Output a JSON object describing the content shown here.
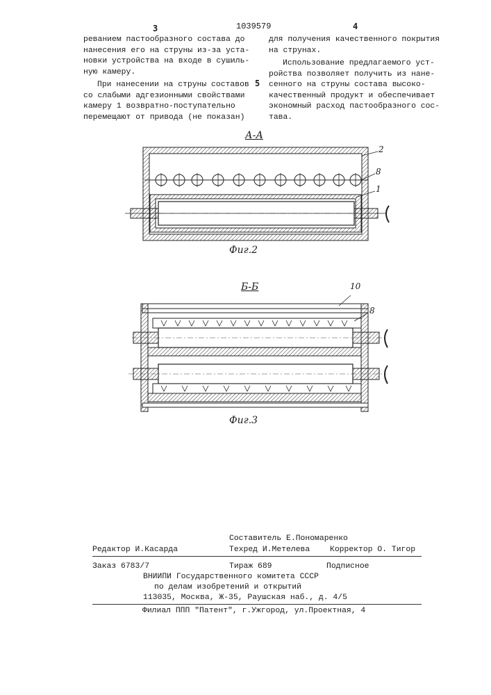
{
  "header": {
    "page_left": "3",
    "patent_number": "1039579",
    "page_right": "4"
  },
  "left_column": [
    "реванием пастообразного состава до",
    "нанесения его на струны из-за уста-",
    "новки устройства на входе в сушиль-",
    "ную камеру.",
    "При нанесении на струны составов",
    "со слабыми адгезионными свойствами",
    "камеру 1 возвратно-поступательно",
    "перемещают  от привода (не показан)"
  ],
  "line_number_marker": "5",
  "right_column": [
    "для получения качественного покрытия",
    "на струнах.",
    "Использование предлагаемого уст-",
    "ройства позволяет получить из нане-",
    "сенного на струны состава высоко-",
    "качественный продукт и обеспечивает",
    "экономный расход пастообразного сос-",
    "тава."
  ],
  "figure2": {
    "section_title": "А-А",
    "caption": "Фиг.2",
    "callouts": [
      "2",
      "8",
      "1"
    ]
  },
  "figure3": {
    "section_title": "Б-Б",
    "caption": "Фиг.3",
    "callouts": [
      "10",
      "8"
    ]
  },
  "footer": {
    "compiler": "Составитель Е.Пономаренко",
    "editor": "Редактор И.Касарда",
    "techred": "Техред И.Метелева",
    "corrector": "Корректор О. Тигор",
    "order": "Заказ 6783/7",
    "circulation": "Тираж 689",
    "subscription": "Подписное",
    "org_line1": "ВНИИПИ Государственного комитета СССР",
    "org_line2": "по делам изобретений и открытий",
    "address": "113035, Москва, Ж-35, Раушская наб., д. 4/5",
    "branch": "Филиал ППП \"Патент\", г.Ужгород, ул.Проектная, 4"
  }
}
